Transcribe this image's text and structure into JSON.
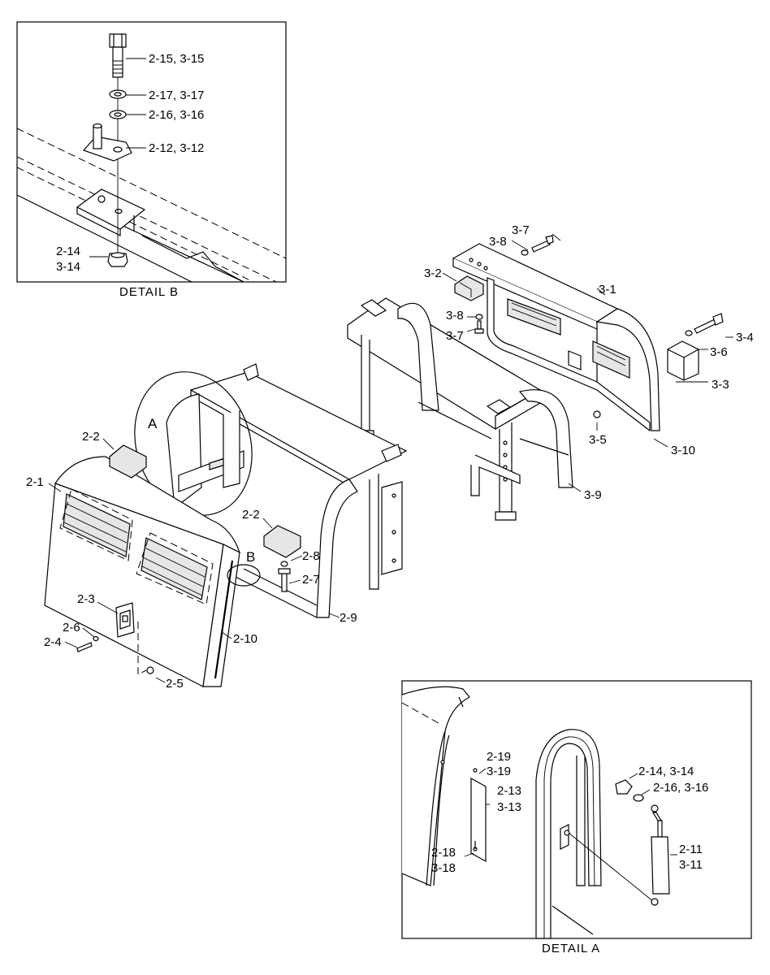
{
  "detail_b": {
    "caption": "DETAIL  B",
    "labels": {
      "bolt": "2-15, 3-15",
      "washer_17": "2-17, 3-17",
      "washer_16": "2-16, 3-16",
      "pin_plate": "2-12, 3-12",
      "nut_line1": "2-14",
      "nut_line2": "3-14"
    }
  },
  "detail_a": {
    "caption": "DETAIL  A",
    "labels": {
      "l_2_19": "2-19",
      "l_3_19": "3-19",
      "l_2_13": "2-13",
      "l_3_13": "3-13",
      "l_2_18": "2-18",
      "l_3_18": "3-18",
      "nut": "2-14, 3-14",
      "washer": "2-16, 3-16",
      "l_2_11": "2-11",
      "l_3_11": "3-11"
    }
  },
  "left_assembly": {
    "callout_a": "A",
    "callout_b": "B",
    "labels": {
      "l_2_1": "2-1",
      "l_2_2_top": "2-2",
      "l_2_2_mid": "2-2",
      "l_2_3": "2-3",
      "l_2_4": "2-4",
      "l_2_5": "2-5",
      "l_2_6": "2-6",
      "l_2_7": "2-7",
      "l_2_8": "2-8",
      "l_2_9": "2-9",
      "l_2_10": "2-10"
    }
  },
  "right_assembly": {
    "labels": {
      "l_3_1": "3-1",
      "l_3_2": "3-2",
      "l_3_3": "3-3",
      "l_3_4": "3-4",
      "l_3_5": "3-5",
      "l_3_6": "3-6",
      "l_3_7_top": "3-7",
      "l_3_7_mid": "3-7",
      "l_3_8_top": "3-8",
      "l_3_8_mid": "3-8",
      "l_3_9": "3-9",
      "l_3_10": "3-10"
    }
  }
}
